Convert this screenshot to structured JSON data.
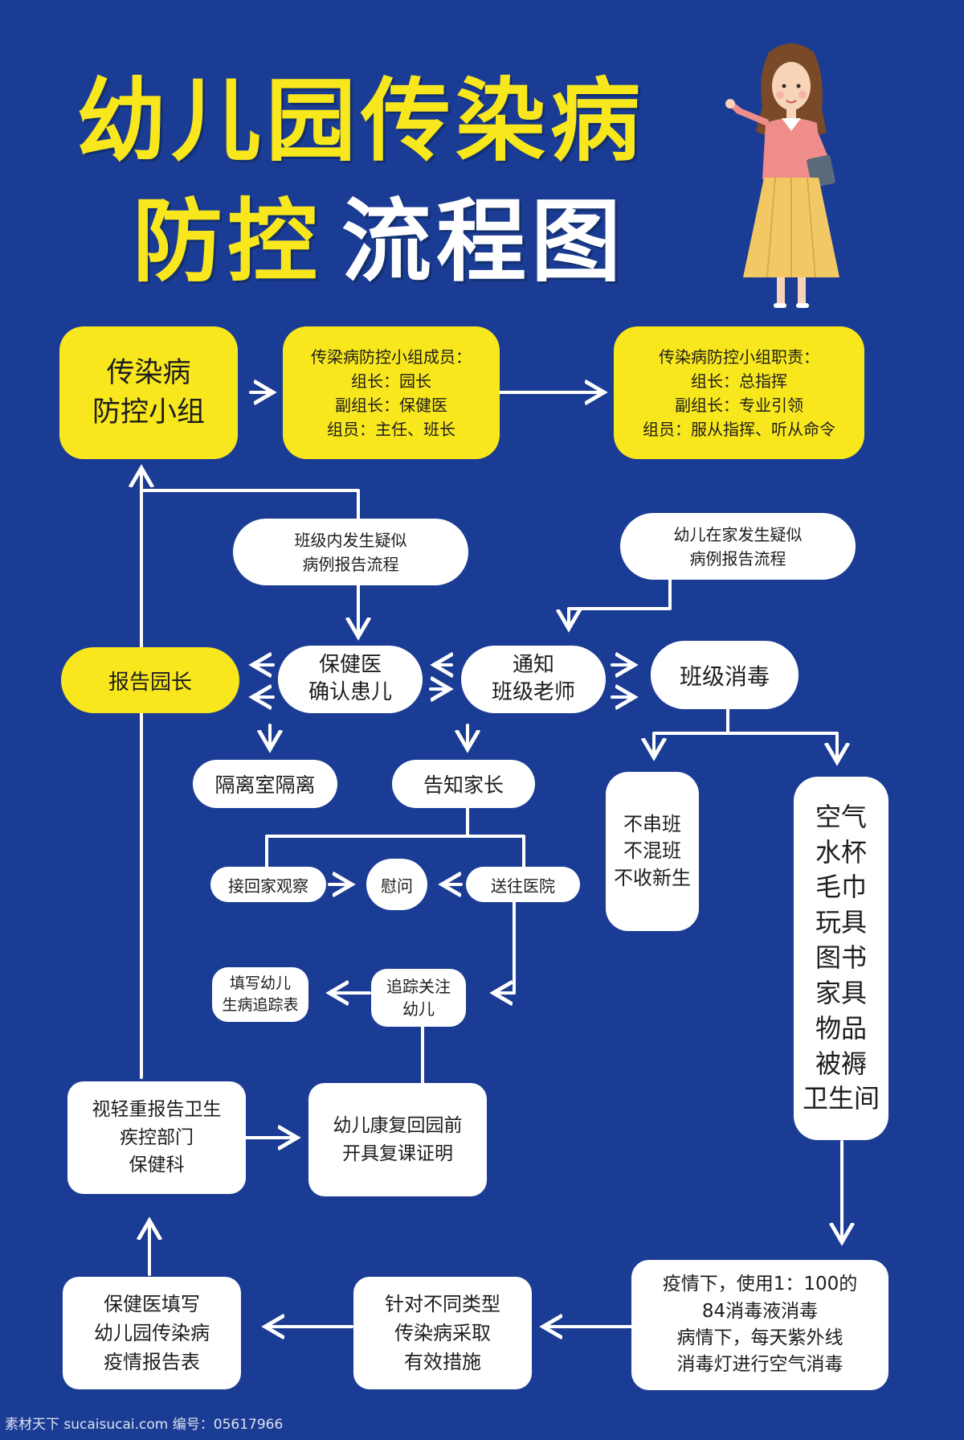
{
  "title": {
    "line1": "幼儿园传染病",
    "line2a": "防控",
    "line2b": "流程图"
  },
  "nodes": {
    "team": [
      "传染病",
      "防控小组"
    ],
    "members": [
      "传梁病防控小组成员：",
      "组长：园长",
      "副组长：保健医",
      "组员：主任、班长"
    ],
    "duties": [
      "传染病防控小组职责：",
      "组长：总指挥",
      "副组长：专业引领",
      "组员：服从指挥、听从命令"
    ],
    "class_report": [
      "班级内发生疑似",
      "病例报告流程"
    ],
    "home_report": [
      "幼儿在家发生疑似",
      "病例报告流程"
    ],
    "report_principal": [
      "报告园长"
    ],
    "doctor_confirm": [
      "保健医",
      "确认患儿"
    ],
    "notify_teacher": [
      "通知",
      "班级老师"
    ],
    "class_disinfect": [
      "班级消毒"
    ],
    "isolation": [
      "隔离室隔离"
    ],
    "inform_parents": [
      "告知家长"
    ],
    "no_mix": [
      "不串班",
      "不混班",
      "不收新生"
    ],
    "items": [
      "空气",
      "水杯",
      "毛巾",
      "玩具",
      "图书",
      "家具",
      "物品",
      "被褥",
      "卫生间"
    ],
    "pickup": [
      "接回家观察"
    ],
    "comfort": [
      "慰问"
    ],
    "hospital": [
      "送往医院"
    ],
    "track_form": [
      "填写幼儿",
      "生病追踪表"
    ],
    "track": [
      "追踪关注",
      "幼儿"
    ],
    "report_cdc": [
      "视轻重报告卫生",
      "疾控部门",
      "保健科"
    ],
    "recovery": [
      "幼儿康复回园前",
      "开具复课证明"
    ],
    "doctor_form": [
      "保健医填写",
      "幼儿园传染病",
      "疫情报告表"
    ],
    "measures": [
      "针对不同类型",
      "传染病采取",
      "有效措施"
    ],
    "disinfect_method": [
      "疫情下，使用1：100的",
      "84消毒液消毒",
      "病情下，每天紫外线",
      "消毒灯进行空气消毒"
    ]
  },
  "watermark": "素材天下 sucaisucai.com  编号：05617966",
  "colors": {
    "background": "#1b3c94",
    "yellow": "#f8e71c",
    "white": "#ffffff",
    "line": "#ffffff"
  }
}
